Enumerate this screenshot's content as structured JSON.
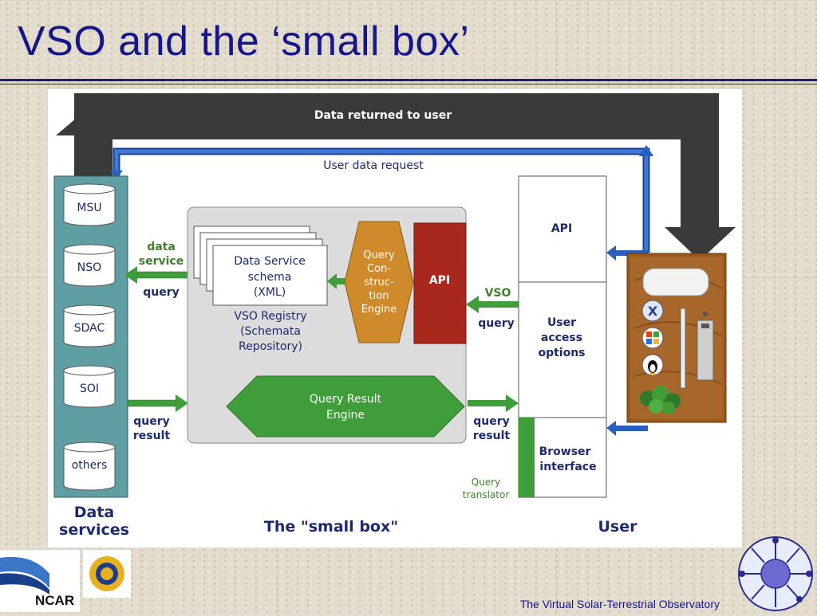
{
  "slide": {
    "title": "VSO and the ‘small box’",
    "footer": "The Virtual Solar-Terrestrial Observatory",
    "ncar_label": "NCAR"
  },
  "diagram": {
    "top_bar": "Data returned to user",
    "request_label": "User data request",
    "data_services": {
      "items": [
        "MSU",
        "NSO",
        "SDAC",
        "SOI",
        "others"
      ],
      "title_line1": "Data",
      "title_line2": "services"
    },
    "left_labels": {
      "data_service_1": "data",
      "data_service_2": "service",
      "query": "query",
      "query_result_1": "query",
      "query_result_2": "result"
    },
    "small_box": {
      "schema_1": "Data Service",
      "schema_2": "schema",
      "schema_3": "(XML)",
      "registry_1": "VSO Registry",
      "registry_2": "(Schemata",
      "registry_3": "Repository)",
      "engine_1": "Query",
      "engine_2": "Con-",
      "engine_3": "struc-",
      "engine_4": "tion",
      "engine_5": "Engine",
      "api": "API",
      "result_engine_1": "Query Result",
      "result_engine_2": "Engine",
      "caption": "The \"small box\""
    },
    "right_labels": {
      "vso": "VSO",
      "query": "query",
      "query_result_1": "query",
      "query_result_2": "result"
    },
    "user": {
      "api": "API",
      "access_1": "User",
      "access_2": "access",
      "access_3": "options",
      "browser_1": "Browser",
      "browser_2": "interface",
      "translator_1": "Query",
      "translator_2": "translator",
      "caption": "User"
    },
    "colors": {
      "dark_arrow": "#3a3a3a",
      "blue_arrow": "#2a5fbf",
      "green": "#3f9e3a",
      "teal": "#5f9fa3",
      "api_red": "#a8281d",
      "engine_gold": "#cf8a2c",
      "caption_navy": "#1e2a6e"
    },
    "icons": [
      "mac-os-icon",
      "windows-icon",
      "linux-icon",
      "computer-icon",
      "plant-icon"
    ]
  }
}
